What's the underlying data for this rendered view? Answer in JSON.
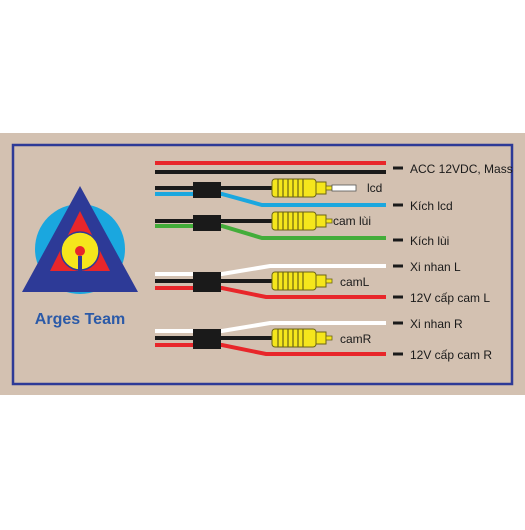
{
  "logo": {
    "brand_text": "Arges Team"
  },
  "colors": {
    "panel_bg": "#d3c1b1",
    "frame": "#2d3a97",
    "brand": "#2b5aa8",
    "red_wire": "#e8262a",
    "black_wire": "#1a1a1a",
    "blue_wire": "#1aa7df",
    "green_wire": "#43ad3a",
    "white_wire": "#ffffff",
    "rca_yellow": "#f5e61c"
  },
  "wires": {
    "acc": "ACC 12VDC, Mass",
    "kich_lcd": "Kích lcd",
    "kich_lui": "Kích lùi",
    "xi_nhan_l": "Xi nhan L",
    "cap_cam_l": "12V cấp cam L",
    "xi_nhan_r": "Xi nhan R",
    "cap_cam_r": "12V cấp cam R"
  },
  "connectors": {
    "lcd": "lcd",
    "cam_lui": "cam lùi",
    "cam_l": "camL",
    "cam_r": "camR"
  }
}
